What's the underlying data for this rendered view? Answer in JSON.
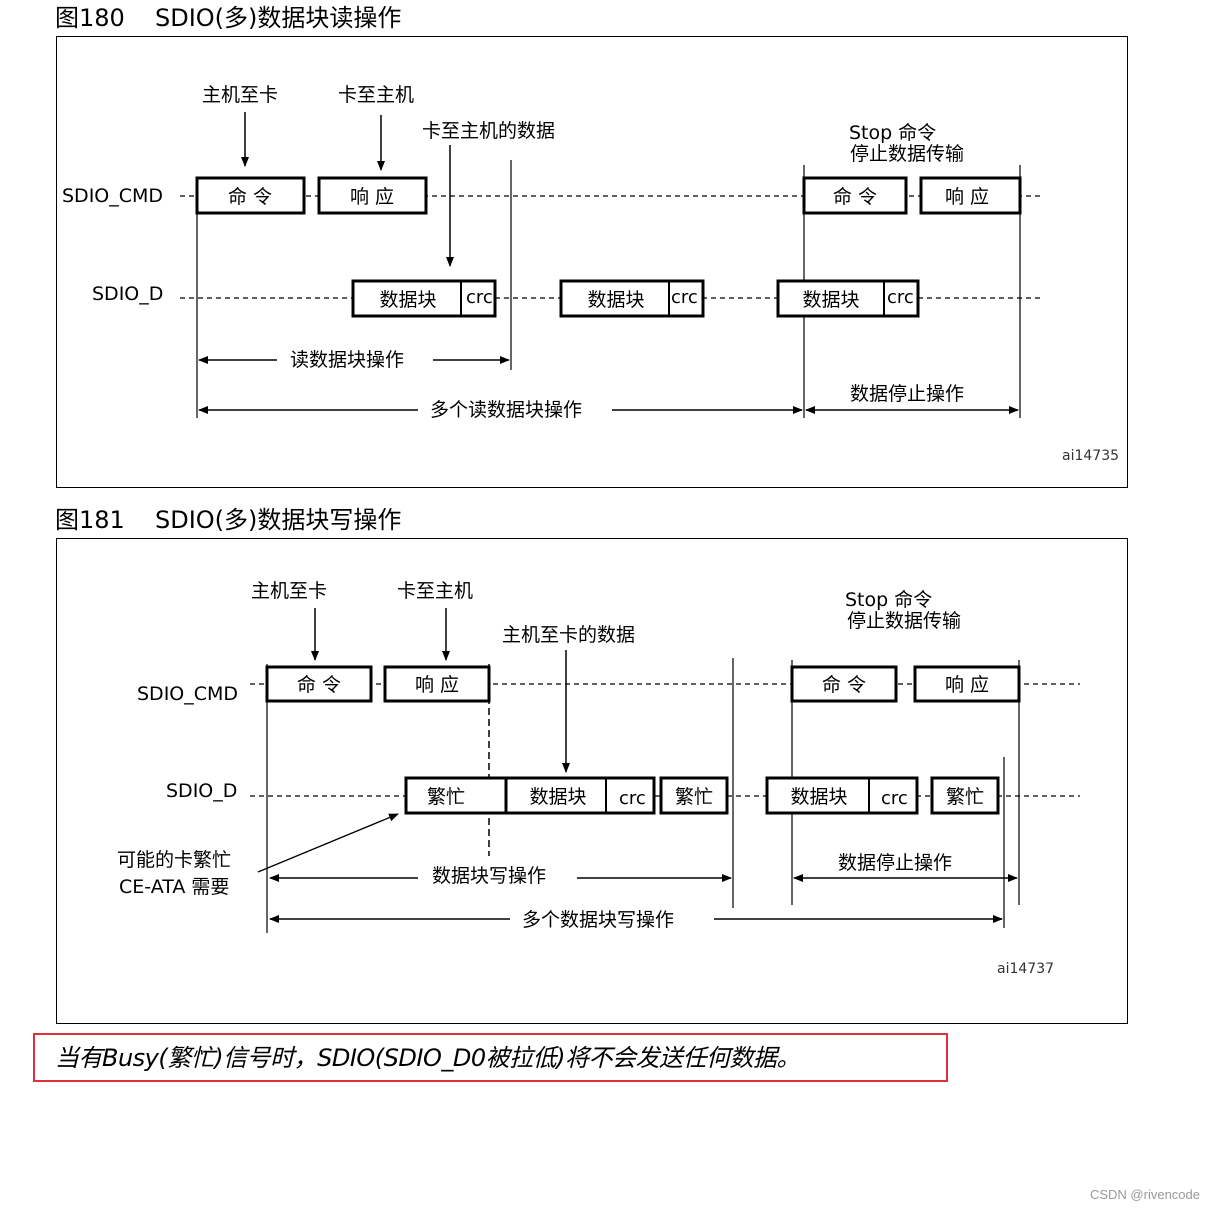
{
  "figure1": {
    "number": "图180",
    "title": "SDIO(多)数据块读操作",
    "signal_cmd": "SDIO_CMD",
    "signal_d": "SDIO_D",
    "host_to_card": "主机至卡",
    "card_to_host": "卡至主机",
    "card_to_host_data": "卡至主机的数据",
    "stop_cmd_line1": "Stop 命令",
    "stop_cmd_line2": "停止数据传输",
    "cmd_box": "命 令",
    "resp_box": "响 应",
    "data_block": "数据块",
    "crc": "crc",
    "read_block_op": "读数据块操作",
    "multi_read_op": "多个读数据块操作",
    "data_stop_op": "数据停止操作",
    "ref_id": "ai14735"
  },
  "figure2": {
    "number": "图181",
    "title": "SDIO(多)数据块写操作",
    "signal_cmd": "SDIO_CMD",
    "signal_d": "SDIO_D",
    "host_to_card": "主机至卡",
    "card_to_host": "卡至主机",
    "host_to_card_data": "主机至卡的数据",
    "stop_cmd_line1": "Stop 命令",
    "stop_cmd_line2": "停止数据传输",
    "cmd_box": "命 令",
    "resp_box": "响 应",
    "busy_box": "繁忙",
    "data_block": "数据块",
    "crc": "crc",
    "busy_note_line1": "可能的卡繁忙",
    "busy_note_line2": "CE-ATA 需要",
    "write_block_op": "数据块写操作",
    "multi_write_op": "多个数据块写操作",
    "data_stop_op": "数据停止操作",
    "ref_id": "ai14737"
  },
  "note": "当有Busy(繁忙)信号时，SDIO(SDIO_D0被拉低)将不会发送任何数据。",
  "watermark": "CSDN @rivencode",
  "colors": {
    "highlight_border": "#e0303a"
  }
}
